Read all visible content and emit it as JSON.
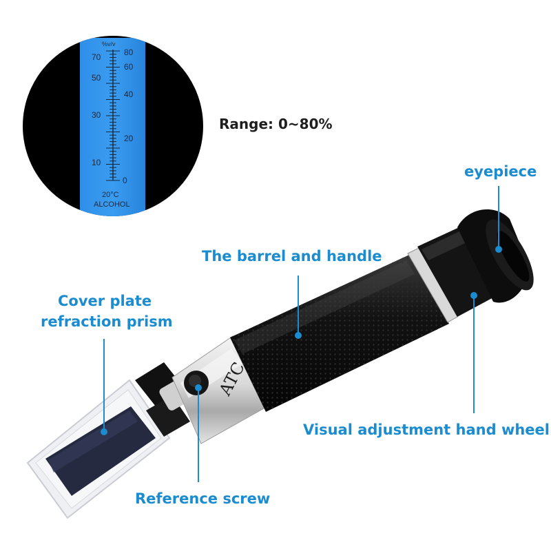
{
  "scale": {
    "unit": "%v/v",
    "left_ticks": [
      "70",
      "50",
      "30",
      "10"
    ],
    "right_ticks": [
      "80",
      "60",
      "40",
      "20",
      "0"
    ],
    "temperature": "20°C",
    "liquid": "ALCOHOL"
  },
  "range_text": "Range: 0~80%",
  "device_marking": "ATC",
  "labels": {
    "eyepiece": "eyepiece",
    "barrel": "The barrel and handle",
    "cover_plate_line1": "Cover plate",
    "cover_plate_line2": "refraction prism",
    "hand_wheel": "Visual adjustment hand wheel",
    "reference_screw": "Reference screw"
  },
  "colors": {
    "accent": "#1a8ccf",
    "scale_blue": "#2b8fe6",
    "body": "#111111"
  }
}
